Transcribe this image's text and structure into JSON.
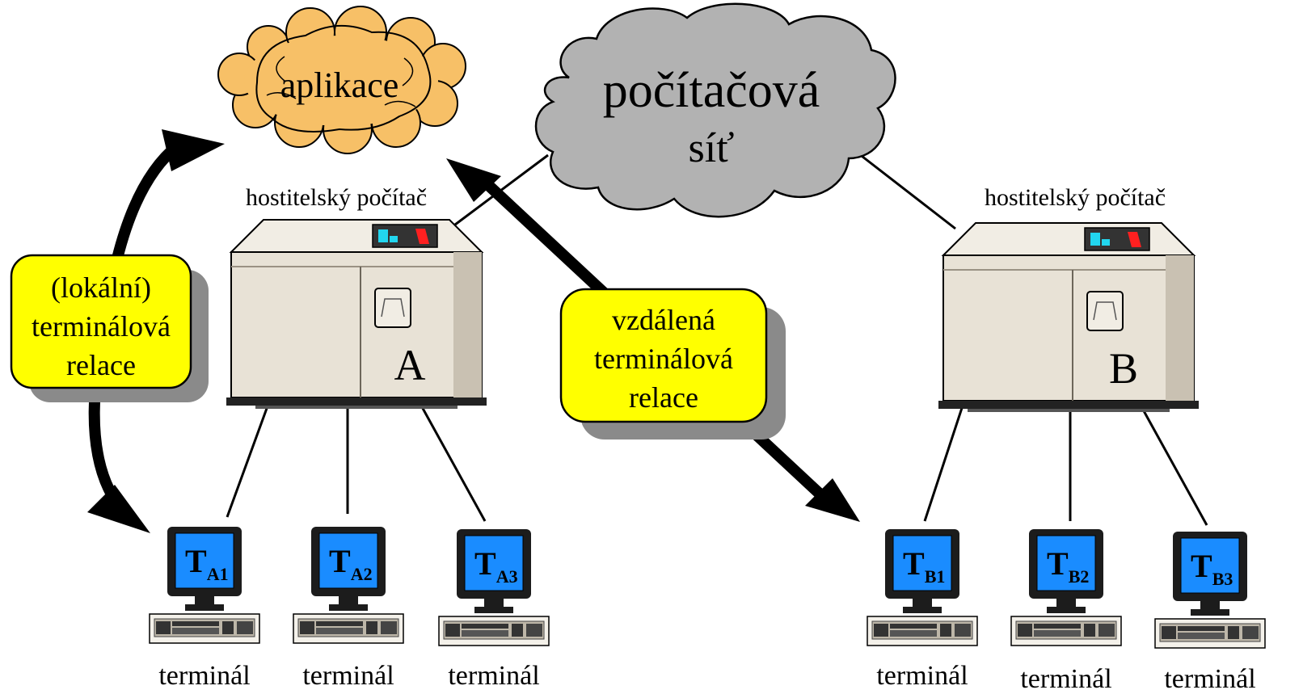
{
  "clouds": {
    "application": "aplikace",
    "network_line1": "počítačová",
    "network_line2": "síť"
  },
  "hosts": [
    {
      "caption": "hostitelský počítač",
      "letter": "A"
    },
    {
      "caption": "hostitelský počítač",
      "letter": "B"
    }
  ],
  "sessions": {
    "local": [
      "(lokální)",
      "terminálová",
      "relace"
    ],
    "remote": [
      "vzdálená",
      "terminálová",
      "relace"
    ]
  },
  "terminals": [
    {
      "main": "T",
      "sub": "A1",
      "label": "terminál"
    },
    {
      "main": "T",
      "sub": "A2",
      "label": "terminál"
    },
    {
      "main": "T",
      "sub": "A3",
      "label": "terminál"
    },
    {
      "main": "T",
      "sub": "B1",
      "label": "terminál"
    },
    {
      "main": "T",
      "sub": "B2",
      "label": "terminál"
    },
    {
      "main": "T",
      "sub": "B3",
      "label": "terminál"
    }
  ],
  "colors": {
    "app_cloud": "#f7c067",
    "network_cloud": "#b2b2b2",
    "callout": "#ffff00",
    "screen": "#1a8cff",
    "host_body": "#e8e2d6",
    "host_shade": "#b8b0a0"
  }
}
